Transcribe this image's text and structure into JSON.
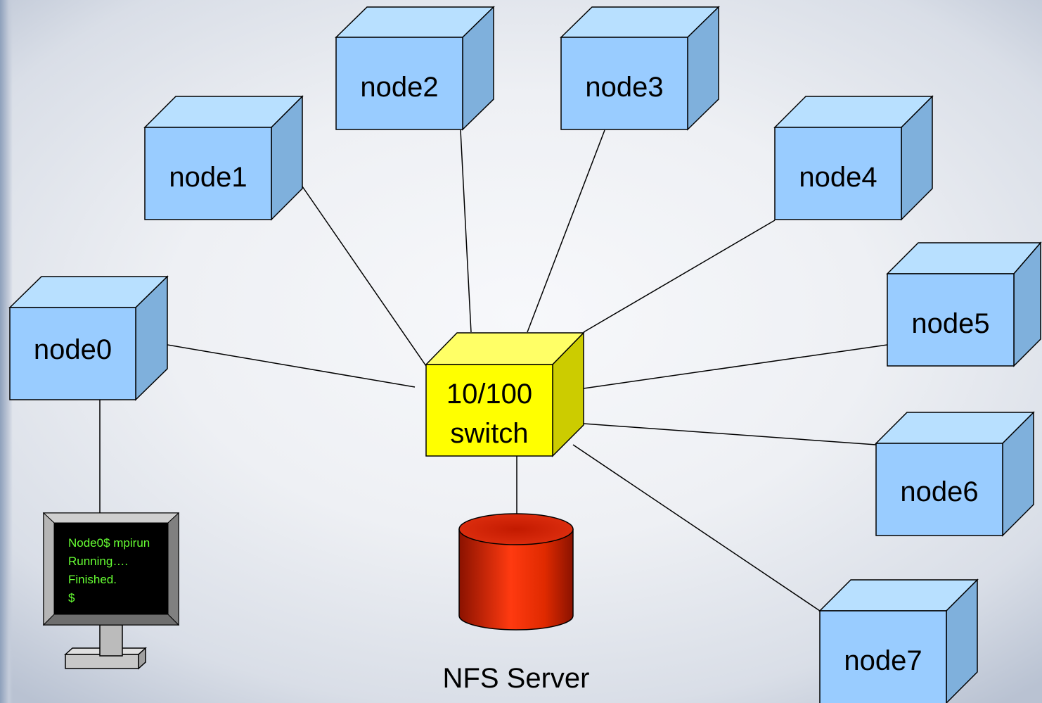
{
  "nodes": [
    {
      "label": "node0"
    },
    {
      "label": "node1"
    },
    {
      "label": "node2"
    },
    {
      "label": "node3"
    },
    {
      "label": "node4"
    },
    {
      "label": "node5"
    },
    {
      "label": "node6"
    },
    {
      "label": "node7"
    }
  ],
  "switch": {
    "line1": "10/100",
    "line2": "switch"
  },
  "server": {
    "label": "NFS Server"
  },
  "terminal": {
    "lines": [
      "Node0$ mpirun",
      "Running….",
      "Finished.",
      "$"
    ]
  },
  "colors": {
    "node_front": "#99ccff",
    "node_top": "#b8e0ff",
    "node_side": "#7fb0dc",
    "switch_front": "#ffff00",
    "switch_side": "#cccc00",
    "server_red": "#ff3300",
    "terminal_text": "#66ff33"
  }
}
